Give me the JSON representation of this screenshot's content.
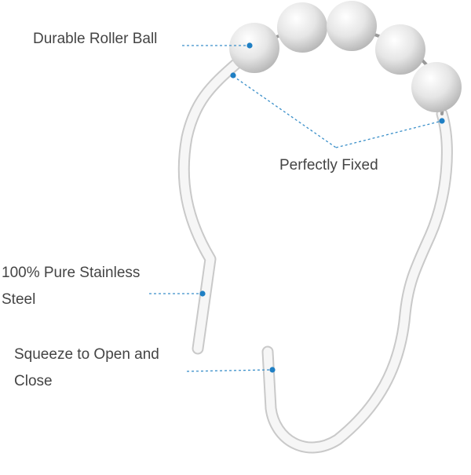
{
  "labels": {
    "roller_ball": "Durable Roller Ball",
    "fixed": "Perfectly Fixed",
    "steel_line1": "100% Pure Stainless",
    "steel_line2": "Steel",
    "squeeze_line1": "Squeeze to Open and",
    "squeeze_line2": "Close"
  },
  "colors": {
    "background": "#ffffff",
    "hook": "#f4f4f4",
    "hook_outline": "#c8c8c8",
    "ball": "#e9e9e9",
    "ball_shadow": "#b5b5b5",
    "callout_dot": "#1f7fc4",
    "callout_line": "#3a8fc9",
    "text": "#444444"
  },
  "icons": [
    "callout-dot"
  ]
}
